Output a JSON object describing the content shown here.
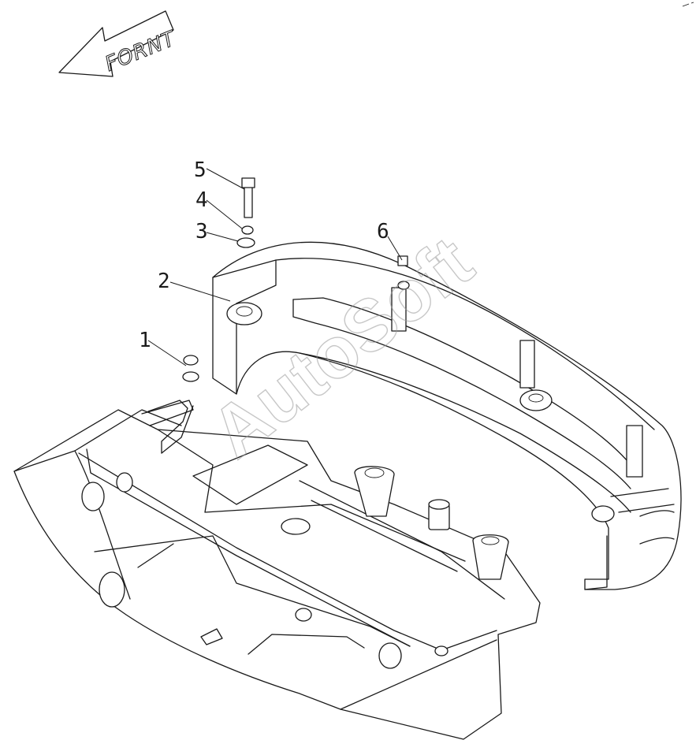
{
  "direction_arrow": {
    "label": "FORNT"
  },
  "callouts": [
    {
      "id": "callout-1",
      "number": "1"
    },
    {
      "id": "callout-2",
      "number": "2"
    },
    {
      "id": "callout-3",
      "number": "3"
    },
    {
      "id": "callout-4",
      "number": "4"
    },
    {
      "id": "callout-5",
      "number": "5"
    },
    {
      "id": "callout-6",
      "number": "6"
    }
  ],
  "watermark": {
    "text": "AutoSoft"
  },
  "colors": {
    "line": "#1a1a1a",
    "background": "#ffffff",
    "watermark": "#9a9a9a"
  }
}
